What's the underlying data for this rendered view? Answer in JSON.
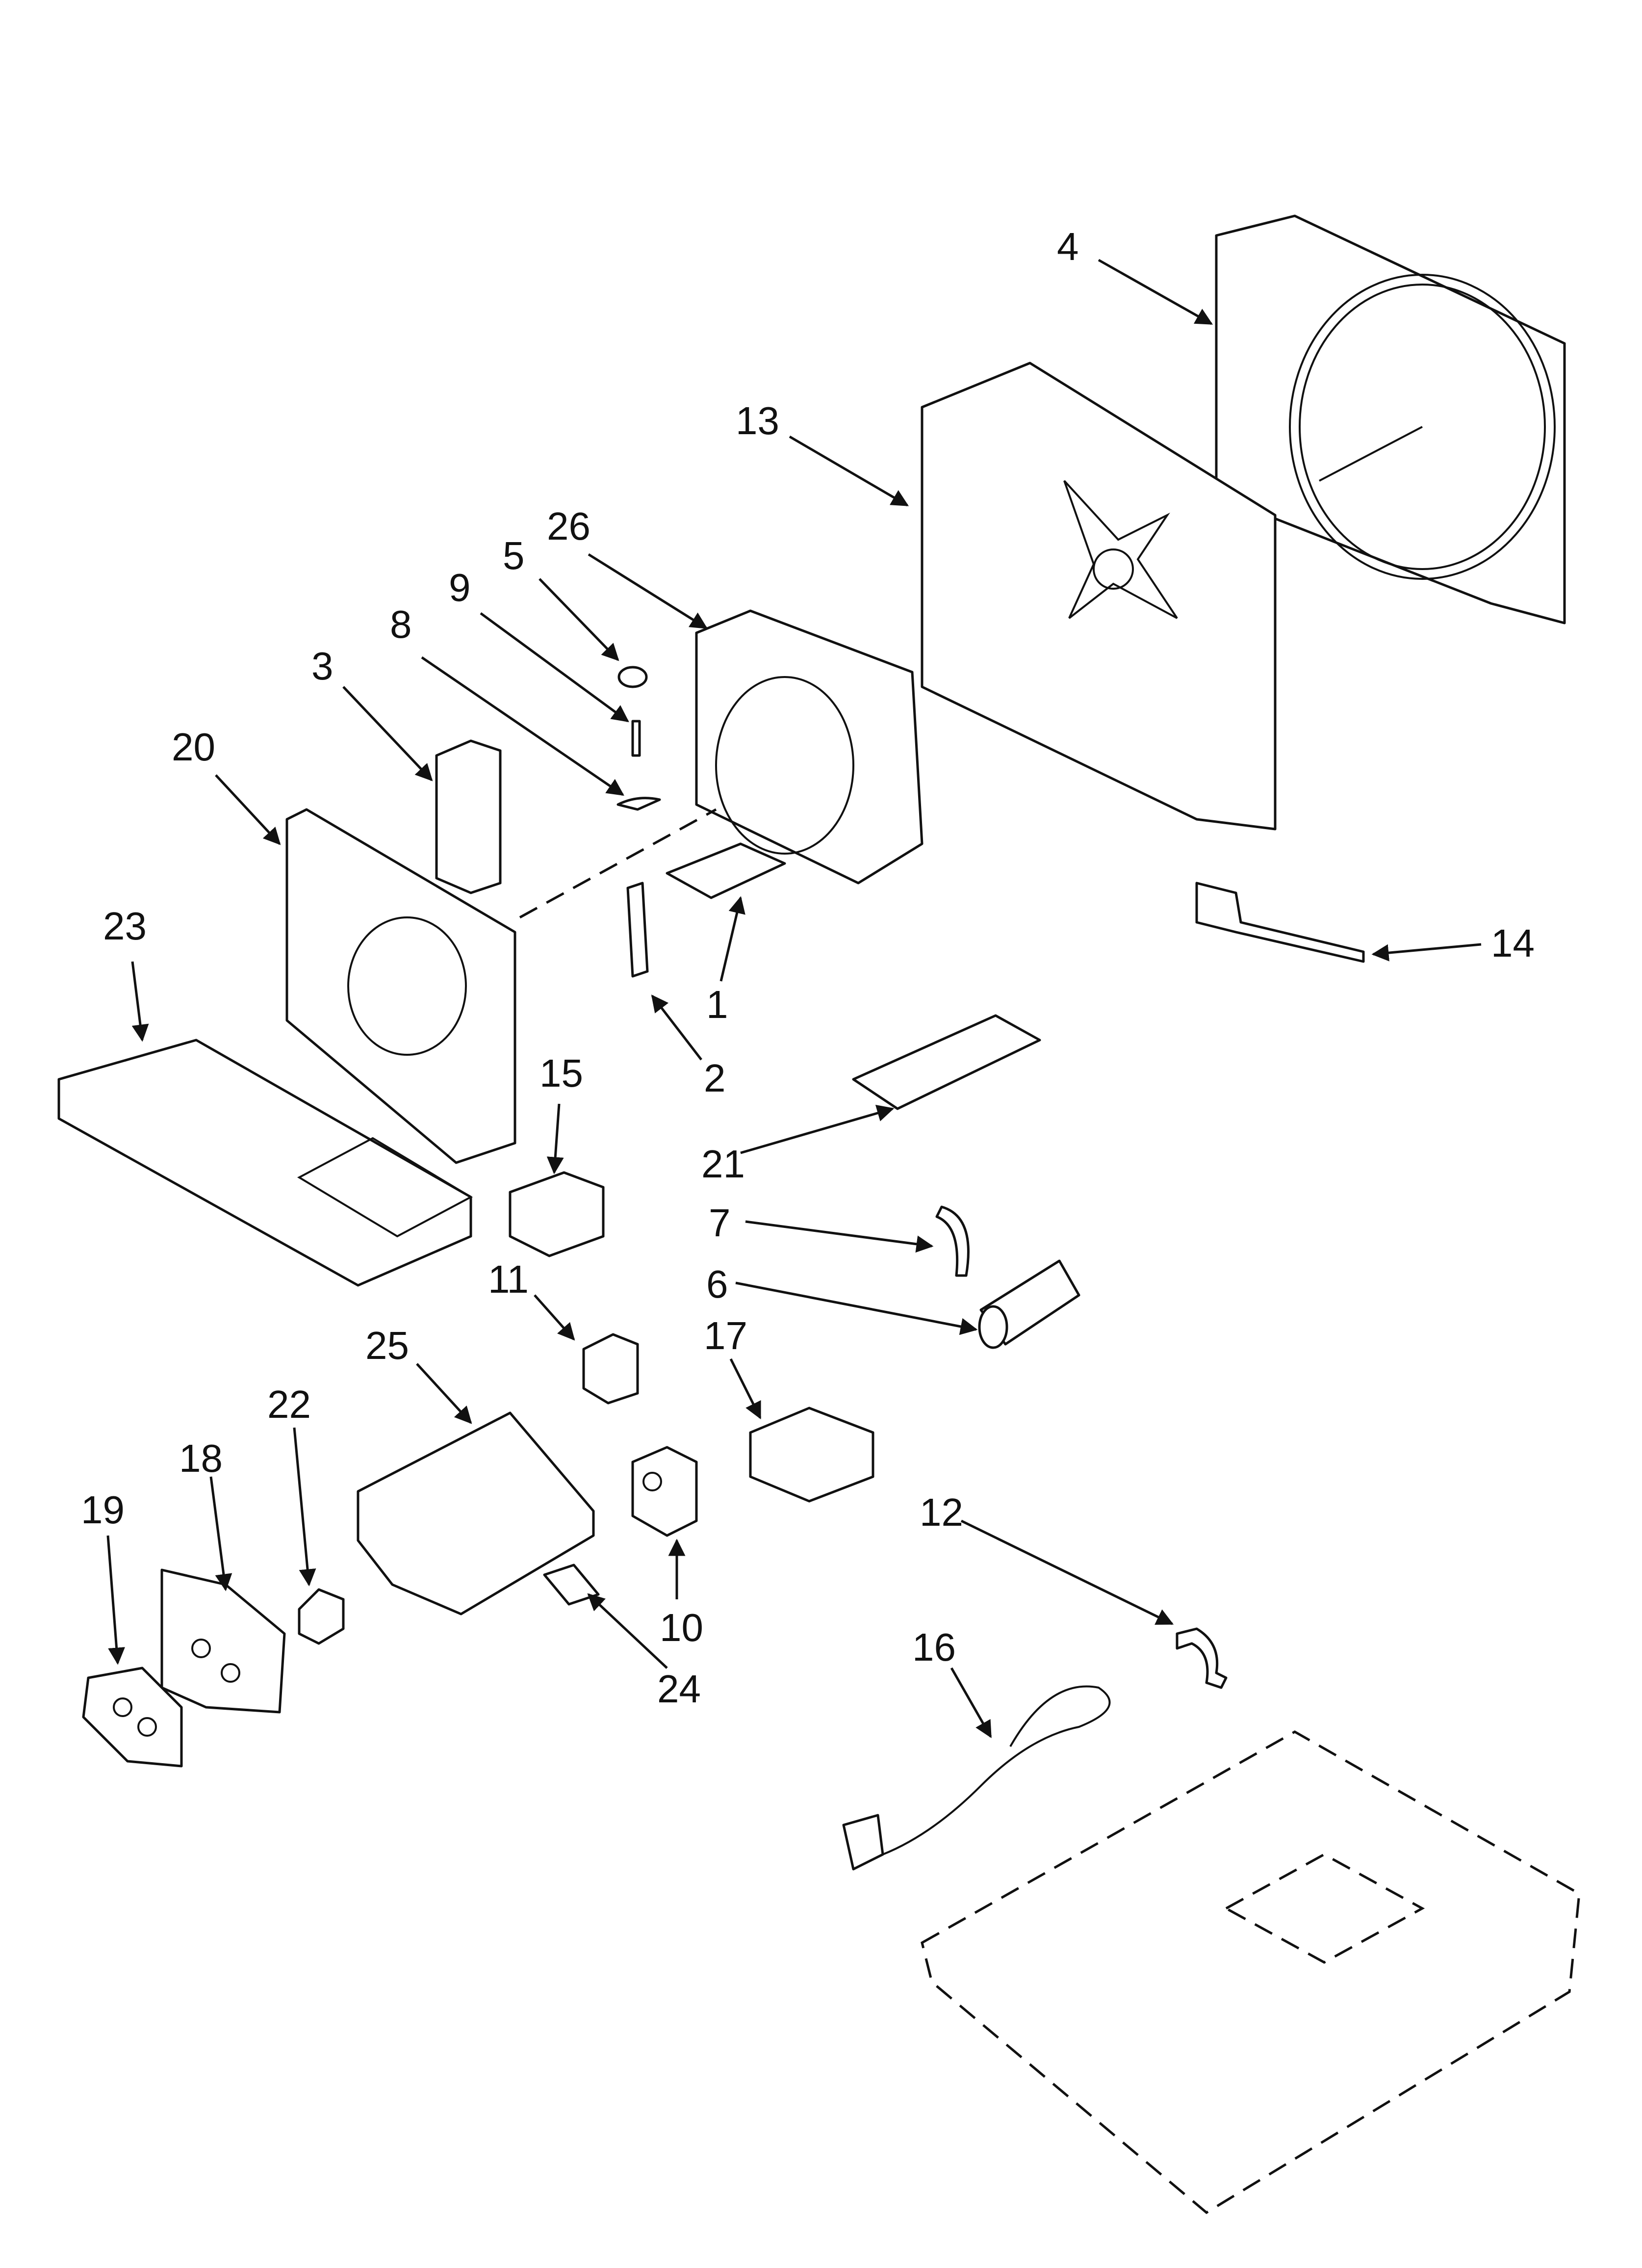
{
  "diagram": {
    "callouts": [
      "1",
      "2",
      "3",
      "4",
      "5",
      "6",
      "7",
      "8",
      "9",
      "10",
      "11",
      "12",
      "13",
      "14",
      "15",
      "16",
      "17",
      "18",
      "19",
      "20",
      "21",
      "22",
      "23",
      "24",
      "25",
      "26"
    ]
  },
  "colors": {
    "ink": "#111111",
    "background": "#ffffff"
  }
}
